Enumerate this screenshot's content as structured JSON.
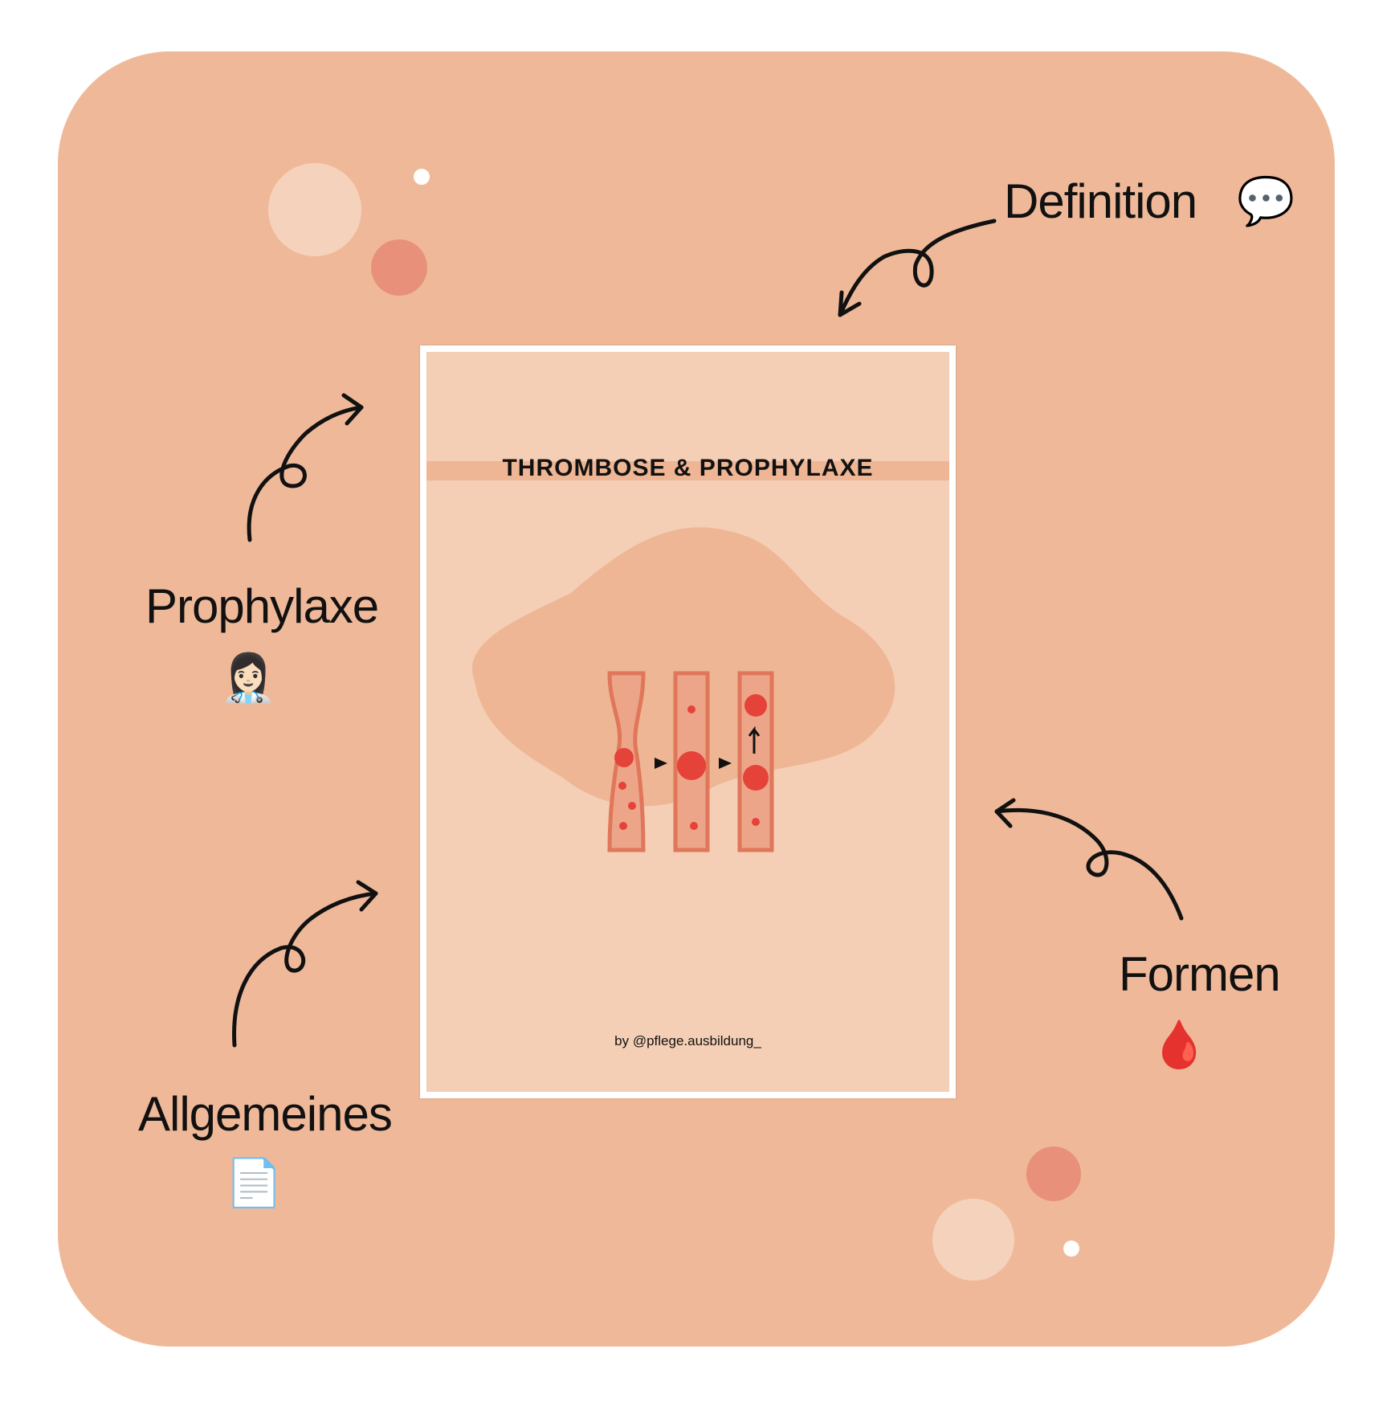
{
  "labels": {
    "definition": "Definition",
    "prophylaxe": "Prophylaxe",
    "allgemeines": "Allgemeines",
    "formen": "Formen"
  },
  "icons": {
    "definition": "💬",
    "prophylaxe": "👩🏻‍⚕️",
    "allgemeines": "📄",
    "formen": "🩸"
  },
  "card": {
    "title": "THROMBOSE & PROPHYLAXE",
    "byline": "by @pflege.ausbildung_"
  },
  "colors": {
    "background": "#efb999",
    "card": "#f4cfb5",
    "accent": "#e8907a",
    "vein": "#e0765a"
  }
}
